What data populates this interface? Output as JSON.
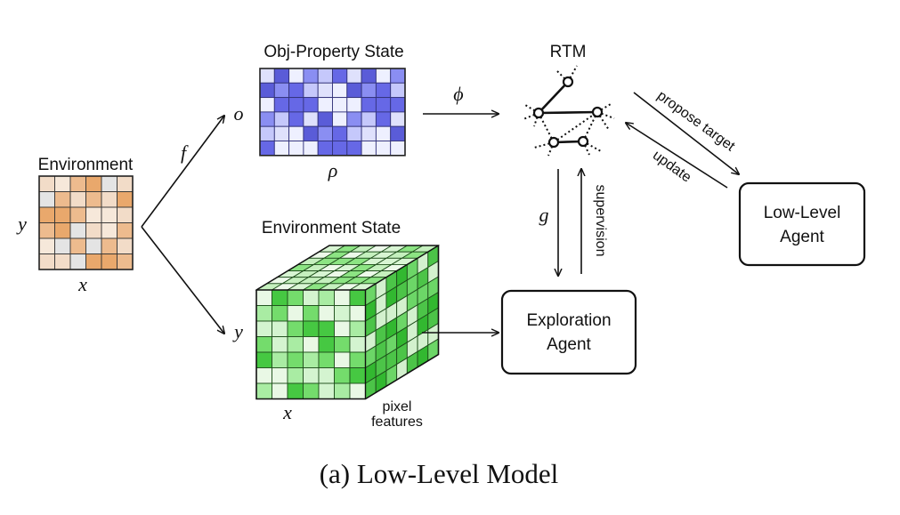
{
  "labels": {
    "environment": "Environment",
    "obj_property_state": "Obj-Property State",
    "environment_state": "Environment State",
    "rtm": "RTM",
    "exploration_agent_line1": "Exploration",
    "exploration_agent_line2": "Agent",
    "low_level_agent_line1": "Low-Level",
    "low_level_agent_line2": "Agent",
    "pixel_line1": "pixel",
    "pixel_line2": "features",
    "propose_target": "propose target",
    "update": "update",
    "supervision": "supervision"
  },
  "math": {
    "y_env": "y",
    "x_env": "x",
    "f": "f",
    "o": "o",
    "rho": "ρ",
    "y_state": "y",
    "x_cube": "x",
    "phi": "ϕ",
    "g": "g"
  },
  "caption": "(a) Low-Level Model",
  "colors": {
    "env_grid": [
      "#f2dcc8",
      "#edbb8e",
      "#e4e4e4",
      "#f6e8da",
      "#e9a86c"
    ],
    "obj_grid": [
      "#eef0ff",
      "#8a8ef2",
      "#c5c8fb",
      "#6668e6",
      "#dfe1fc",
      "#5a5cd8"
    ],
    "cube_front": [
      "#e9f8e5",
      "#74dc6c",
      "#a9eca3",
      "#46c842",
      "#d4f4d0"
    ],
    "cube_top": [
      "#d8f5d3",
      "#8ce483",
      "#c5f0be",
      "#edf9ea"
    ],
    "cube_side": [
      "#32b830",
      "#6cd667",
      "#d3f1ce",
      "#4cc448"
    ]
  }
}
